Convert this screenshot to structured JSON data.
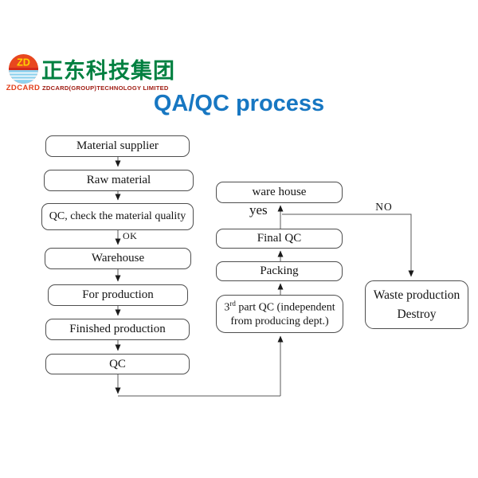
{
  "logo": {
    "zd_monogram": "ZD",
    "zdcard_label": "ZDCARD",
    "company_cn": "正东科技集团",
    "company_en": "ZDCARD(GROUP)TECHNOLOGY LIMITED",
    "colors": {
      "circle_red": "#e8471f",
      "circle_band_red": "#d3281a",
      "circle_blue": "#8fd2ee",
      "monogram_yellow": "#ffd200",
      "company_green": "#008040",
      "tagline_red": "#9e1a10"
    }
  },
  "title": {
    "text": "QA/QC process",
    "color": "#1777c2"
  },
  "flow": {
    "left": [
      {
        "label": "Material supplier"
      },
      {
        "label": "Raw material"
      },
      {
        "label": "QC, check the material quality"
      },
      {
        "label": "Warehouse"
      },
      {
        "label": "For production"
      },
      {
        "label": "Finished production"
      },
      {
        "label": "QC"
      }
    ],
    "middle": [
      {
        "label": "ware house"
      },
      {
        "label": "Final QC"
      },
      {
        "label": "Packing"
      }
    ],
    "third_qc": {
      "num": "3",
      "sup": "rd",
      "rest": " part QC (independent",
      "line2": "from producing dept.)"
    },
    "waste": {
      "line1": "Waste production",
      "line2": "Destroy"
    },
    "edge_labels": {
      "ok": "OK",
      "yes": "yes",
      "no": "NO"
    }
  }
}
